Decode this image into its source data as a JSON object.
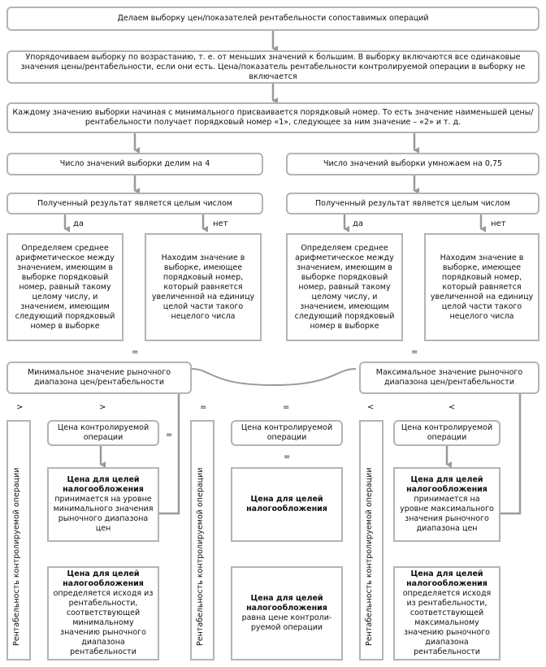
{
  "steps": {
    "s1": "Делаем выборку цен/показателей рентабельности сопоставимых операций",
    "s2": "Упорядочиваем выборку по возрастанию, т. е. от меньших значений к большим. В выборку включаются все одинаковые значения цены/рентабельности, если они есть. Цена/показатель рентабельности контролируемой операции в выборку не включается",
    "s3": "Каждому значению выборки начиная с минимального присваивается порядковый номер. То есть значение наименьшей цены/рентабельности получает порядковый номер «1», следующее за ним значение – «2» и т. д."
  },
  "left": {
    "divide": "Число значений выборки делим на 4",
    "integer_q": "Полученный результат является целым числом",
    "yes": "да",
    "no": "нет",
    "yes_box": "Определяем среднее арифметическое между значением, имеющим в выборке порядковый номер, равный такому целому числу, и значением, имеющим следующий порядковый номер в выборке",
    "no_box": "Находим значение в выборке, имеющее порядковый номер, который равняется увеличенной на единицу целой части такого нецелого числа",
    "eq": "=",
    "result": "Минимальное значение рыночного диапазона цен/рентабельности"
  },
  "right": {
    "multiply": "Число значений выборки умножаем на 0,75",
    "integer_q": "Полученный результат является целым числом",
    "yes": "да",
    "no": "нет",
    "yes_box": "Определяем среднее арифметическое между значением, имеющим в выборке порядковый номер, равный такому целому числу, и значением, имеющим следующий порядковый номер в выборке",
    "no_box": "Находим значение в выборке, имеющее порядковый номер, который равняется увеличенной на единицу целой части такого нецелого числа",
    "eq": "=",
    "result": "Максимальное значение рыночного диапазона цен/рентабельности"
  },
  "bottom": {
    "vertical_label": "Рентабельность контролируемой операции",
    "controlled_price": "Цена контролируемой операции",
    "col1": {
      "sym_outer": ">",
      "sym_inner": ">",
      "sym_eq": "=",
      "mid_title": "Цена для целей налогообложения",
      "mid_text": "принимается на уровне минимального значения рыночного диапазона цен",
      "low_title": "Цена для целей налогообложения",
      "low_text": "определяется исходя из рентабельности, соответствующей минимальному значению рыночного диапазона рентабельности"
    },
    "col2": {
      "sym_outer": "=",
      "sym_inner": "=",
      "sym_eq": "=",
      "mid_title": "Цена для целей налогообложения",
      "low_title": "Цена для целей налогообложения",
      "low_text": "равна цене контроли-руемой операции"
    },
    "col3": {
      "sym_outer": "<",
      "sym_inner": "<",
      "mid_title": "Цена для целей налогообложения",
      "mid_text": "принимается на уровне максимального значения рыночного диапазона цен",
      "low_title": "Цена для целей налогообложения",
      "low_text": "определяется исходя из рентабельности, соответствующей максимальному значению рыночного диапазона рентабельности"
    }
  }
}
